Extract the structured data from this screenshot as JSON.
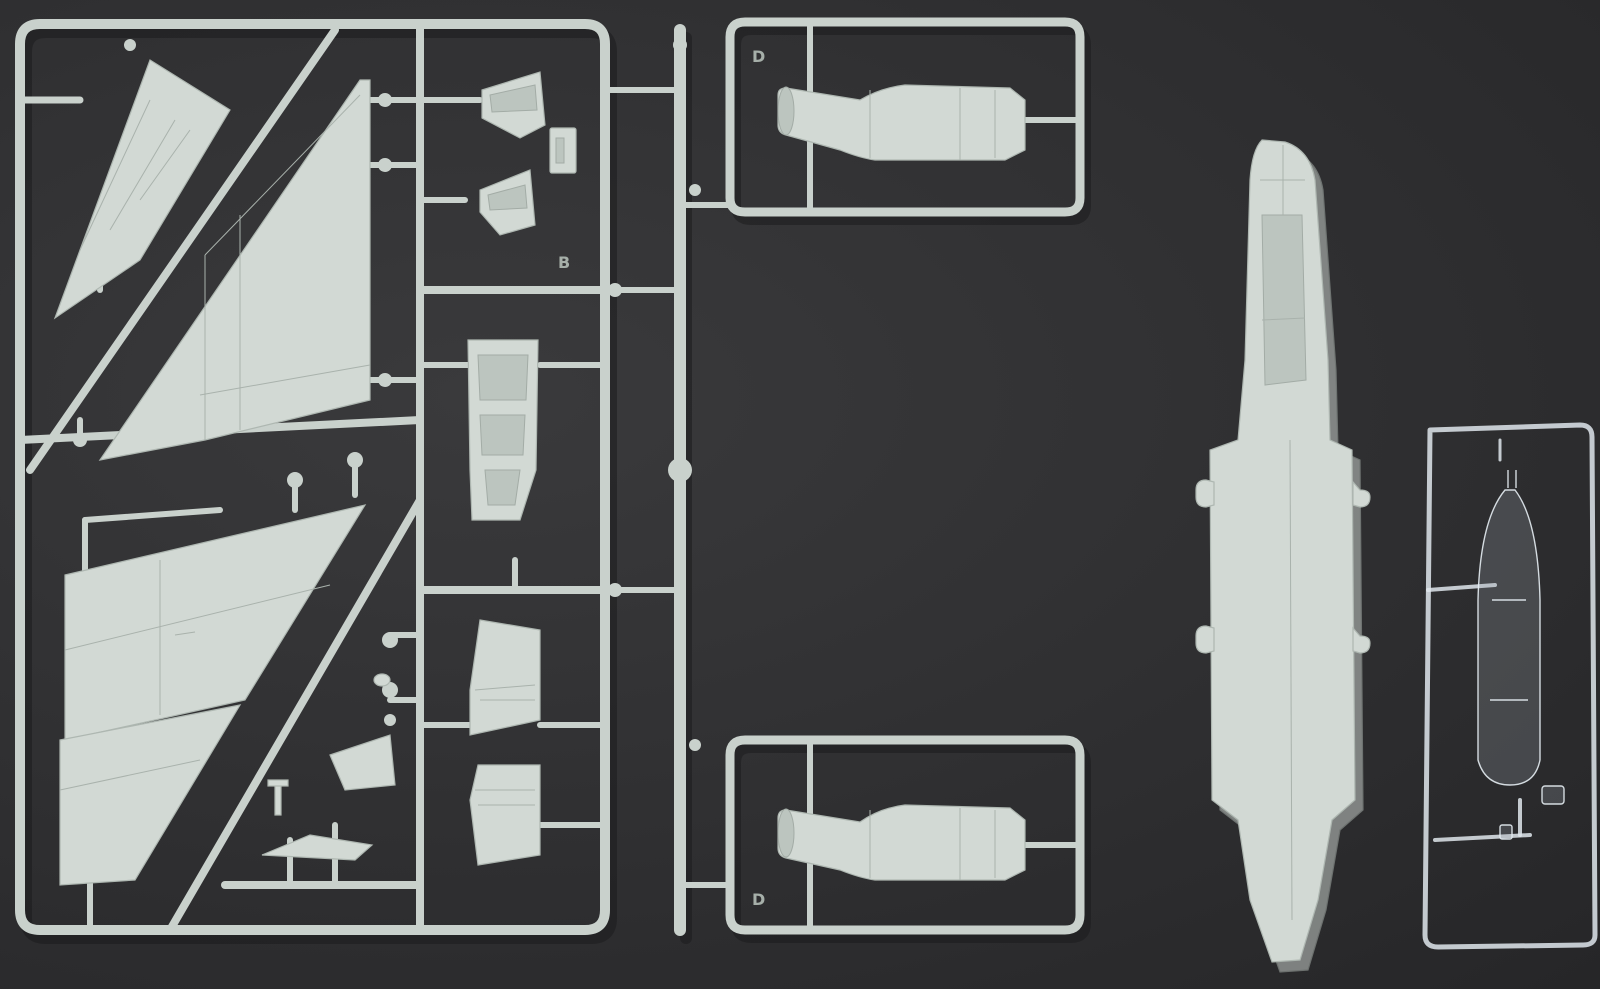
{
  "scene": {
    "subject": "plastic-model-kit-sprues",
    "background_color": "#2e2e30",
    "plastic_color": "#d2d9d4",
    "clear_plastic_color": "#e6edf3"
  },
  "sprue_letters": {
    "engine_sprue_top": "D",
    "engine_sprue_bottom": "D",
    "main_sprue_tag": "B"
  }
}
